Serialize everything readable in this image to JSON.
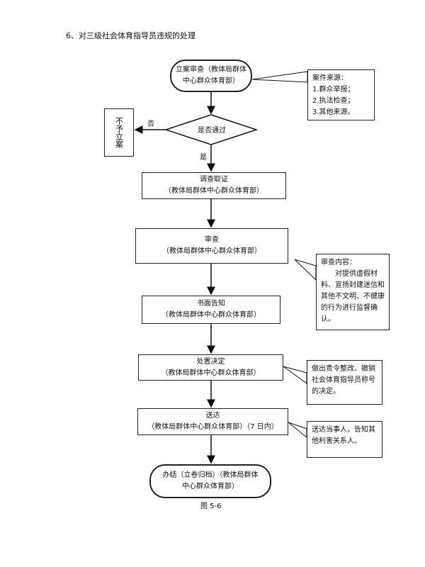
{
  "title": "6、对三级社会体育指导员违规的处理",
  "nodes": {
    "start": [
      "立案审查（教体局群体",
      "中心群众体育部）"
    ],
    "decision": "是否通过",
    "reject": "不予立案",
    "investigate": [
      "调查取证",
      "（教体局群体中心群众体育部）"
    ],
    "review": [
      "审查",
      "（教体局群体中心群众体育部）"
    ],
    "notice": [
      "书面告知",
      "（教体局群体中心群众体育部）"
    ],
    "decision_make": [
      "处置决定",
      "（教体局群体中心群众体育部）"
    ],
    "deliver": [
      "送达",
      "（教体局群体中心群众体育部）（7 日内）"
    ],
    "end": [
      "办结（立卷归档）（教体局群体",
      "中心群众体育部）"
    ]
  },
  "labels": {
    "no": "否",
    "yes": "是"
  },
  "notes": {
    "source": [
      "案件来源：",
      "1.群众举报；",
      "2.执法检查；",
      "3.其他来源。"
    ],
    "review_content": [
      "审查内容：",
      "对提供虚假材",
      "料、宣扬封建迷信和",
      "其他不文明、不健康",
      "的行为进行监督确",
      "认。"
    ],
    "decision_content": [
      "做出责令整改、撤销",
      "社会体育指导员称号",
      "的决定。"
    ],
    "deliver_content": [
      "送达当事人，告知其",
      "他利害关系人。"
    ]
  },
  "caption": "图 5-6"
}
